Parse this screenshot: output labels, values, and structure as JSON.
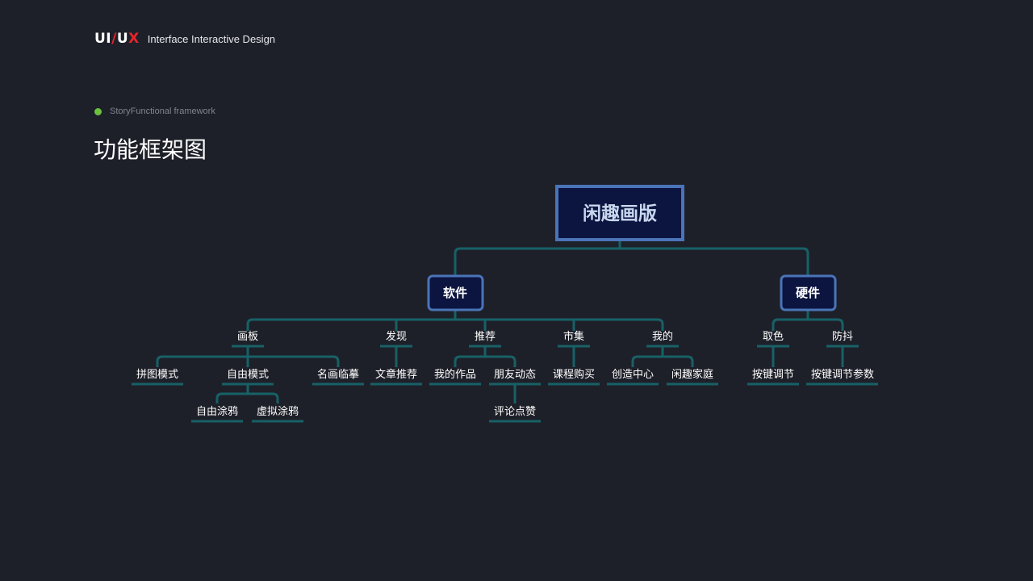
{
  "brand": {
    "logo_left": "UI",
    "logo_slash": "/",
    "logo_u": "U",
    "logo_x": "X",
    "subtitle": "Interface Interactive Design"
  },
  "section": {
    "label": "StoryFunctional framework",
    "title": "功能框架图"
  },
  "colors": {
    "background": "#1e2029",
    "connector": "#176166",
    "box_fill": "#0c1440",
    "box_border": "#4a74b8",
    "brand_red": "#e8252b",
    "bullet_green": "#6cc13f"
  },
  "tree": {
    "root": {
      "label": "闲趣画版"
    },
    "categories": [
      {
        "label": "软件",
        "children": [
          {
            "label": "画板",
            "children": [
              {
                "label": "拼图模式",
                "children": []
              },
              {
                "label": "自由模式",
                "children": [
                  {
                    "label": "自由涂鸦"
                  },
                  {
                    "label": "虚拟涂鸦"
                  }
                ]
              },
              {
                "label": "名画临摹",
                "children": []
              }
            ]
          },
          {
            "label": "发现",
            "children": [
              {
                "label": "文章推荐",
                "children": []
              }
            ]
          },
          {
            "label": "推荐",
            "children": [
              {
                "label": "我的作品",
                "children": []
              },
              {
                "label": "朋友动态",
                "children": [
                  {
                    "label": "评论点赞"
                  }
                ]
              }
            ]
          },
          {
            "label": "市集",
            "children": [
              {
                "label": "课程购买",
                "children": []
              }
            ]
          },
          {
            "label": "我的",
            "children": [
              {
                "label": "创造中心",
                "children": []
              },
              {
                "label": "闲趣家庭",
                "children": []
              }
            ]
          }
        ]
      },
      {
        "label": "硬件",
        "children": [
          {
            "label": "取色",
            "children": [
              {
                "label": "按键调节",
                "children": []
              }
            ]
          },
          {
            "label": "防抖",
            "children": [
              {
                "label": "按键调节参数",
                "children": []
              }
            ]
          }
        ]
      }
    ]
  }
}
